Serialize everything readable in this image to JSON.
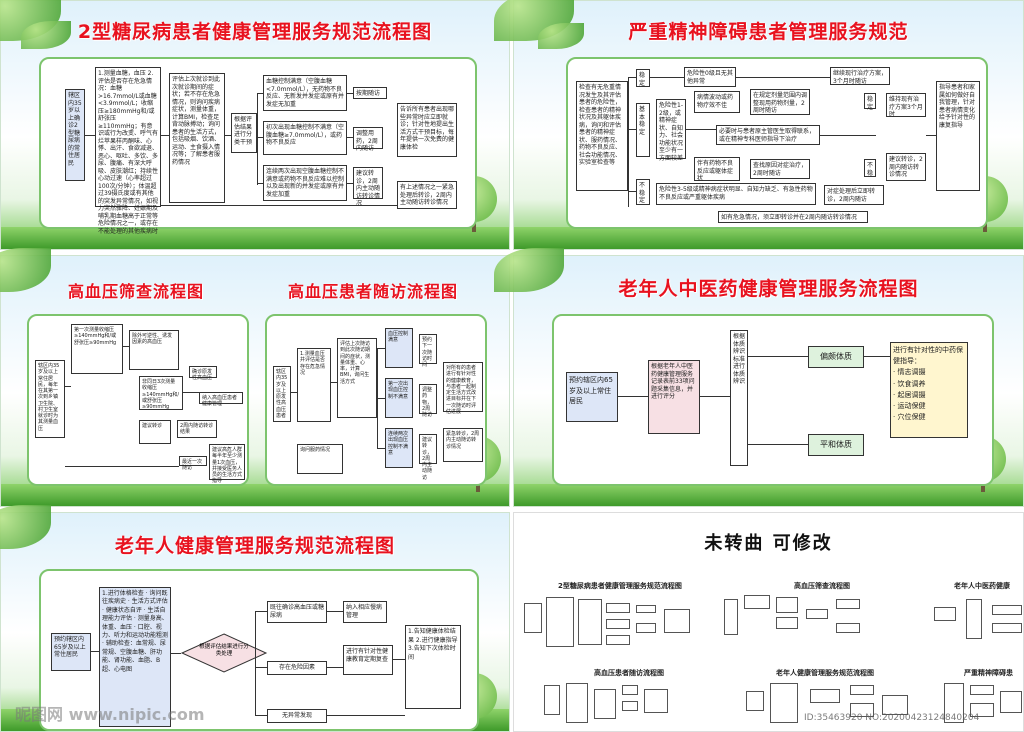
{
  "panels": {
    "diabetes": {
      "title": "2型糖尿病患者健康管理服务规范流程图",
      "start": "辖区内35岁以上确诊2型糖尿病的常住居民",
      "step1": "1.测量血糖，血压 2.评估是否存在危急情况：血糖>16.7mmol/L或血糖<3.9mmol/L；收缩压≥180mmHg和/或舒张压≥110mmHg；有意识或行为改变、呼气有烂苹果样丙酮味、心悸、出汗、食欲减退、恶心、呕吐、多饮、多尿、腹痛、有深大呼吸、皮肤潮红；持续性心动过速（心率超过100次/分钟）；体温超过39摄氏度或有其他的突发异常情况，如视力突然骤降、妊娠期及哺乳期血糖高于正常等危险情况之一，或存在不能处理的其他疾病时",
      "step2": "评估上次就诊到此次就诊期间的症状；若不存在危急情况，则询问疾病症状，测量体重，计算BMI，检查足背动脉搏动；询问患者的生活方式，包括吸烟、饮酒、运动、主食摄入情况等；了解患者服药情况",
      "classify": "根据评估结果进行分类干预",
      "r1": "血糖控制满意（空腹血糖<7.0mmol/L），无药物不良反应、无新发并发症或原有并发症无加重",
      "r2": "初次出现血糖控制不满意（空腹血糖≥7.0mmol/L），或药物不良反应",
      "r3": "连续两次出现空腹血糖控制不满意或药物不良反应难以控制以及出现新的并发症或原有并发症加重",
      "a1": "按期随访",
      "a2": "调整用药，2周内随访",
      "a3": "建议转诊，2周内主动随访转诊情况",
      "n1": "告诉所有患者出现哪些异常时应立即就诊；针对性地提出生活方式干预目标，每年提供一次免费的健康体检",
      "n2": "有上述情况之一紧急处理后转诊，2周内主动随访转诊情况"
    },
    "mental": {
      "title": "严重精神障碍患者管理服务规范",
      "start": "检查有无危重情况发生及其评估患者的危险性，检查患者的精神状况及其躯体疾病，询问和评估患者的精神症状、服药情况、药物不良反应、社会功能情况、实验室检查等",
      "stable": "稳定",
      "basic": "基本稳定",
      "unstable": "不稳定",
      "s1": "危险性0级且无其他异常",
      "s2": "继续现行治疗方案，3个月时随访",
      "b1": "危险性1-2级，或精神症状、自知力、社会功能状况至少有一方面较差",
      "b2": "病情波动或药物疗效不佳",
      "b3": "在规定剂量范围内调整现用药物剂量，2周时随访",
      "b4": "必要时与患者原主管医生取得联系，或在精神专科医师指导下治疗",
      "b5": "伴有药物不良反应或躯体症状",
      "b6": "查找原因对症治疗，2周时随访",
      "stab2": "稳定",
      "notstab": "不稳",
      "k1": "维持现有治疗方案3个月时",
      "k2": "建议转诊，2周内随访转诊情况",
      "u1": "危险性3-5级或精神病症状明显、自知力缺乏、有急性药物不良反应或严重躯体疾病",
      "u2": "对症处理后立即转诊，2周内随访",
      "u3": "如有危急情况，须立即转诊并在2周内随访转诊情况",
      "right": "指导患者和家属如何做好自我管理，针对患者病情变化给予针对性的康复指导"
    },
    "hypertension_screen": {
      "title": "高血压筛查流程图",
      "start": "辖区内35岁及以上常住居民，每年在其第一次到乡镇卫生院、村卫生室就诊时为其测量血压",
      "q1": "第一次测量收缩压≥140mmHg和/或舒张压≥90mmHg",
      "q2": "除外可逆性、诱发因素的高血压",
      "q3": "非同日3次测量收缩压≥140mmHg和/或舒张压≥90mmHg",
      "y1": "确诊原发性高血压",
      "y2": "纳入高血压患者健康管理",
      "t1": "建议转诊",
      "t2": "2周内随访转诊结果",
      "t3": "最近一次随访",
      "t4": "建议高危人群每半年至少测量1次血压，并接受医务人员的生活方式指导"
    },
    "hypertension_follow": {
      "title": "高血压患者随访流程图",
      "start": "辖区内35岁及以上原发性高血压患者",
      "s1": "1.测量血压并评估是否存在危急情况",
      "s2": "评估上次随访到此次随访期间的症状，测量体重、心率，计算BMI，询问生活方式",
      "s3": "询问服药情况",
      "r1": "血压控制满意",
      "r2": "第一次出现血压控制不满意",
      "r3": "连续两次出现血压控制不满意",
      "a1": "预约下一次随访时间",
      "a2": "调整药物，2周随访",
      "a3": "建议转诊，2周内主动随访",
      "n1": "对所有的患者进行有针对性的健康教育，与患者一起制定生活方式改进目标并在下一次随访时评估进展",
      "e1": "紧急转诊，2周内主动随访转诊情况"
    },
    "tcm": {
      "title": "老年人中医药健康管理服务流程图",
      "start": "预约辖区内65岁及以上常住居民",
      "step1": "根据老年人中医药健康管理服务记录表前33项问题采集信息，并进行评分",
      "step2": "根据体质辨识标准进行体质辨识",
      "t1": "偏颇体质",
      "t2": "平和体质",
      "guide_title": "进行有针对性的中药保健指导：",
      "guide": [
        "· 情志调摄",
        "· 饮食调养",
        "· 起居调摄",
        "· 运动保健",
        "· 穴位保健"
      ]
    },
    "elderly": {
      "title": "老年人健康管理服务规范流程图",
      "start": "预约辖区内65岁及以上常住居民",
      "step1": "1.进行体格检查 · 询问既往疾病史 · 生活方式评估 · 健康状态自评 · 生活自理能力评估 · 测量身高、体重、血压 · 口腔、视力、听力和运动功能粗测 · 辅助检查：血常规、尿常规、空腹血糖、肝功能、肾功能、血脂、B超、心电图",
      "diamond": "根据评估结果进行分类处理",
      "c1": "既往确诊高血压或糖尿病",
      "c2": "存在危险因素",
      "c3": "无异常发现",
      "a1": "纳入相应慢病管理",
      "a2": "进行有针对性健康教育定期复查",
      "a3": "1.告知健康体检结果 2.进行健康指导 3.告知下次体检时间"
    },
    "thumbs": {
      "title": "未转曲 可修改",
      "t1": "2型糖尿病患者健康管理服务规范流程图",
      "t2": "高血压筛查流程图",
      "t3": "老年人中医药健康",
      "t4": "高血压患者随访流程图",
      "t5": "老年人健康管理服务规范流程图",
      "t6": "严重精神障碍患"
    }
  },
  "watermark": {
    "text": "昵图网 www.nipic.com",
    "id": "ID:35463920 NO:20200423124840204"
  }
}
